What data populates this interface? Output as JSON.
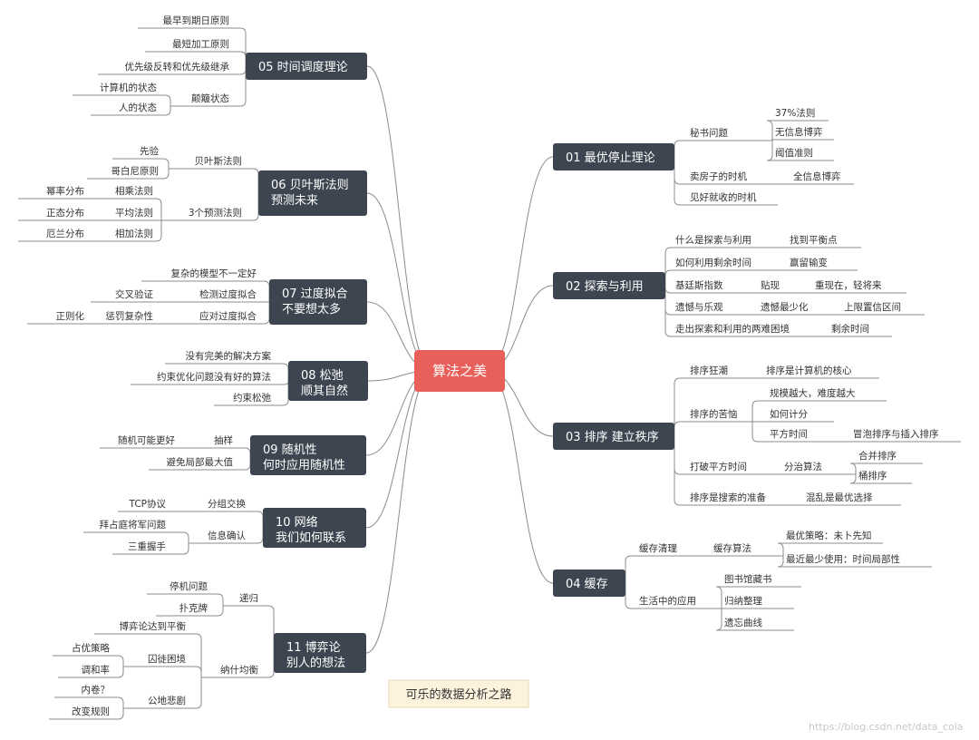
{
  "center": "算法之美",
  "footer": "可乐的数据分析之路",
  "watermark": "https://blog.csdn.net/data_cola",
  "colors": {
    "center": "#e9605a",
    "branch": "#3d4650",
    "footer_bg": "#fdf3dd",
    "line": "#8c8c8c"
  },
  "right": [
    {
      "title": [
        "01 最优停止理论"
      ],
      "items": [
        {
          "label": "秘书问题",
          "children": [
            {
              "label": "37%法则"
            },
            {
              "label": "无信息博弈"
            },
            {
              "label": "阈值准则"
            }
          ]
        },
        {
          "label": "卖房子的时机",
          "children": [
            {
              "label": "全信息博弈"
            }
          ]
        },
        {
          "label": "见好就收的时机"
        }
      ]
    },
    {
      "title": [
        "02 探索与利用"
      ],
      "items": [
        {
          "label": "什么是探索与利用",
          "children": [
            {
              "label": "找到平衡点"
            }
          ]
        },
        {
          "label": "如何利用剩余时间",
          "children": [
            {
              "label": "赢留输变"
            }
          ]
        },
        {
          "label": "基廷斯指数",
          "children": [
            {
              "label": "贴现",
              "children": [
                {
                  "label": "重现在，轻将来"
                }
              ]
            }
          ]
        },
        {
          "label": "遗憾与乐观",
          "children": [
            {
              "label": "遗憾最少化",
              "children": [
                {
                  "label": "上限置信区间"
                }
              ]
            }
          ]
        },
        {
          "label": "走出探索和利用的两难困境",
          "children": [
            {
              "label": "剩余时间"
            }
          ]
        }
      ]
    },
    {
      "title": [
        "03 排序 建立秩序"
      ],
      "items": [
        {
          "label": "排序狂潮",
          "children": [
            {
              "label": "排序是计算机的核心"
            }
          ]
        },
        {
          "label": "排序的苦恼",
          "children": [
            {
              "label": "规模越大，难度越大"
            },
            {
              "label": "如何计分"
            },
            {
              "label": "平方时间",
              "children": [
                {
                  "label": "冒泡排序与插入排序"
                }
              ]
            }
          ]
        },
        {
          "label": "打破平方时间",
          "children": [
            {
              "label": "分治算法",
              "children": [
                {
                  "label": "合并排序"
                },
                {
                  "label": "桶排序"
                }
              ]
            }
          ]
        },
        {
          "label": "排序是搜索的准备",
          "children": [
            {
              "label": "混乱是最优选择"
            }
          ]
        }
      ]
    },
    {
      "title": [
        "04 缓存"
      ],
      "items": [
        {
          "label": "缓存清理",
          "children": [
            {
              "label": "缓存算法",
              "children": [
                {
                  "label": "最优策略：未卜先知"
                },
                {
                  "label": "最近最少使用：时间局部性"
                }
              ]
            }
          ]
        },
        {
          "label": "生活中的应用",
          "children": [
            {
              "label": "图书馆藏书"
            },
            {
              "label": "归纳整理"
            },
            {
              "label": "遗忘曲线"
            }
          ]
        }
      ]
    }
  ],
  "left": [
    {
      "title": [
        "05 时间调度理论"
      ],
      "items": [
        {
          "label": "最早到期日原则"
        },
        {
          "label": "最短加工原则"
        },
        {
          "label": "优先级反转和优先级继承"
        },
        {
          "label": "颠簸状态",
          "children": [
            {
              "label": "计算机的状态"
            },
            {
              "label": "人的状态"
            }
          ]
        }
      ]
    },
    {
      "title": [
        "06 贝叶斯法则",
        "预测未来"
      ],
      "items": [
        {
          "label": "贝叶斯法则",
          "children": [
            {
              "label": "先验"
            },
            {
              "label": "哥白尼原则"
            }
          ]
        },
        {
          "label": "3个预测法则",
          "children": [
            {
              "label": "相乘法则",
              "children": [
                {
                  "label": "幂率分布"
                }
              ]
            },
            {
              "label": "平均法则",
              "children": [
                {
                  "label": "正态分布"
                }
              ]
            },
            {
              "label": "相加法则",
              "children": [
                {
                  "label": "厄兰分布"
                }
              ]
            }
          ]
        }
      ]
    },
    {
      "title": [
        "07 过度拟合",
        "不要想太多"
      ],
      "items": [
        {
          "label": "复杂的模型不一定好"
        },
        {
          "label": "检测过度拟合",
          "children": [
            {
              "label": "交叉验证"
            }
          ]
        },
        {
          "label": "应对过度拟合",
          "children": [
            {
              "label": "惩罚复杂性",
              "children": [
                {
                  "label": "正则化"
                }
              ]
            }
          ]
        }
      ]
    },
    {
      "title": [
        "08 松弛",
        "顺其自然"
      ],
      "items": [
        {
          "label": "没有完美的解决方案"
        },
        {
          "label": "约束优化问题没有好的算法"
        },
        {
          "label": "约束松弛"
        }
      ]
    },
    {
      "title": [
        "09 随机性",
        "何时应用随机性"
      ],
      "items": [
        {
          "label": "抽样",
          "children": [
            {
              "label": "随机可能更好"
            }
          ]
        },
        {
          "label": "避免局部最大值"
        }
      ]
    },
    {
      "title": [
        "10 网络",
        "我们如何联系"
      ],
      "items": [
        {
          "label": "分组交换",
          "children": [
            {
              "label": "TCP协议"
            }
          ]
        },
        {
          "label": "信息确认",
          "children": [
            {
              "label": "拜占庭将军问题"
            },
            {
              "label": "三重握手"
            }
          ]
        }
      ]
    },
    {
      "title": [
        "11 博弈论",
        "别人的想法"
      ],
      "items": [
        {
          "label": "递归",
          "children": [
            {
              "label": "停机问题"
            },
            {
              "label": "扑克牌"
            }
          ]
        },
        {
          "label": "纳什均衡",
          "children": [
            {
              "label": "博弈论达到平衡"
            },
            {
              "label": "囚徒困境",
              "children": [
                {
                  "label": "占优策略"
                },
                {
                  "label": "调和率"
                }
              ]
            },
            {
              "label": "公地悲剧",
              "children": [
                {
                  "label": "内卷？"
                },
                {
                  "label": "改变规则"
                }
              ]
            }
          ]
        }
      ]
    }
  ]
}
